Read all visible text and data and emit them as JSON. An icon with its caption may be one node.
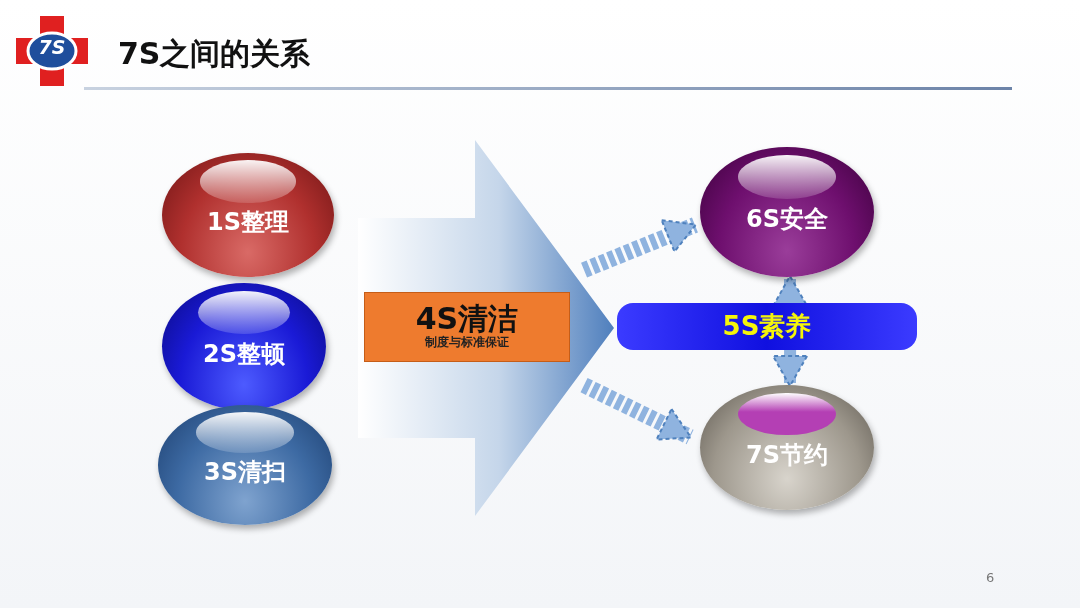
{
  "diagram": {
    "title": "7S之间的关系",
    "nodes": [
      {
        "text": [
          "1S整理"
        ]
      },
      {
        "text": [
          "2S整顿"
        ]
      },
      {
        "text": [
          "3S清扫"
        ]
      },
      {
        "text": [],
        "shape": "arrow"
      },
      {
        "text": [
          "4S清洁",
          "制度与标准保证"
        ],
        "in": 3
      },
      {
        "text": [
          "6S安全"
        ]
      },
      {
        "text": [
          "5S素养"
        ]
      },
      {
        "text": [
          "7S节约"
        ]
      }
    ],
    "edges": [
      {
        "from": 3,
        "to": 5,
        "arrow": "to",
        "style": "dashed"
      },
      {
        "from": 3,
        "to": 7,
        "arrow": "to",
        "style": "dashed"
      },
      {
        "from": 6,
        "to": 5,
        "arrow": "to",
        "style": "dashed"
      },
      {
        "from": 6,
        "to": 7,
        "arrow": "to",
        "style": "dashed"
      }
    ],
    "labels": [
      "7S",
      "6"
    ]
  }
}
